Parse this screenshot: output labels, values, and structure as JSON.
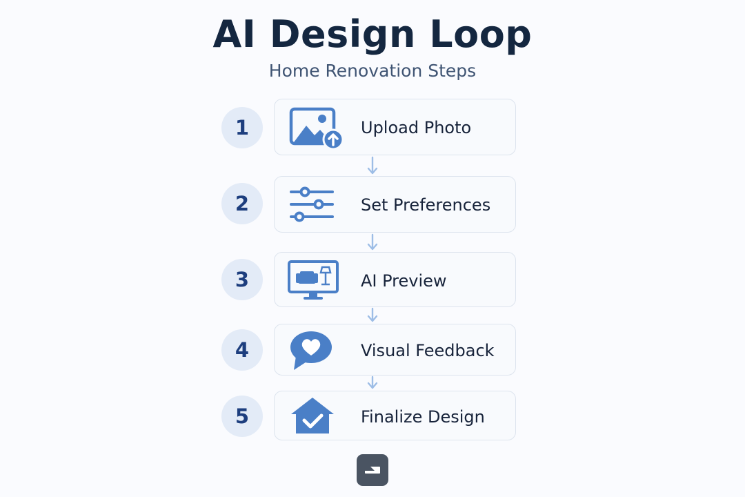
{
  "header": {
    "title": "AI Design Loop",
    "subtitle": "Home Renovation Steps"
  },
  "steps": [
    {
      "number": "1",
      "label": "Upload Photo",
      "icon": "image-upload-icon"
    },
    {
      "number": "2",
      "label": "Set Preferences",
      "icon": "sliders-icon"
    },
    {
      "number": "3",
      "label": "AI Preview",
      "icon": "monitor-preview-icon"
    },
    {
      "number": "4",
      "label": "Visual Feedback",
      "icon": "heart-chat-icon"
    },
    {
      "number": "5",
      "label": "Finalize Design",
      "icon": "home-check-icon"
    }
  ],
  "colors": {
    "accent": "#4a7fc7",
    "arrow": "#9dbde6",
    "number_badge_bg": "#e3ebf7",
    "number_text": "#1d3e7e",
    "title": "#142740",
    "card_border": "#dde4ee"
  },
  "footer": {
    "button_icon": "minimize-bar-icon"
  }
}
